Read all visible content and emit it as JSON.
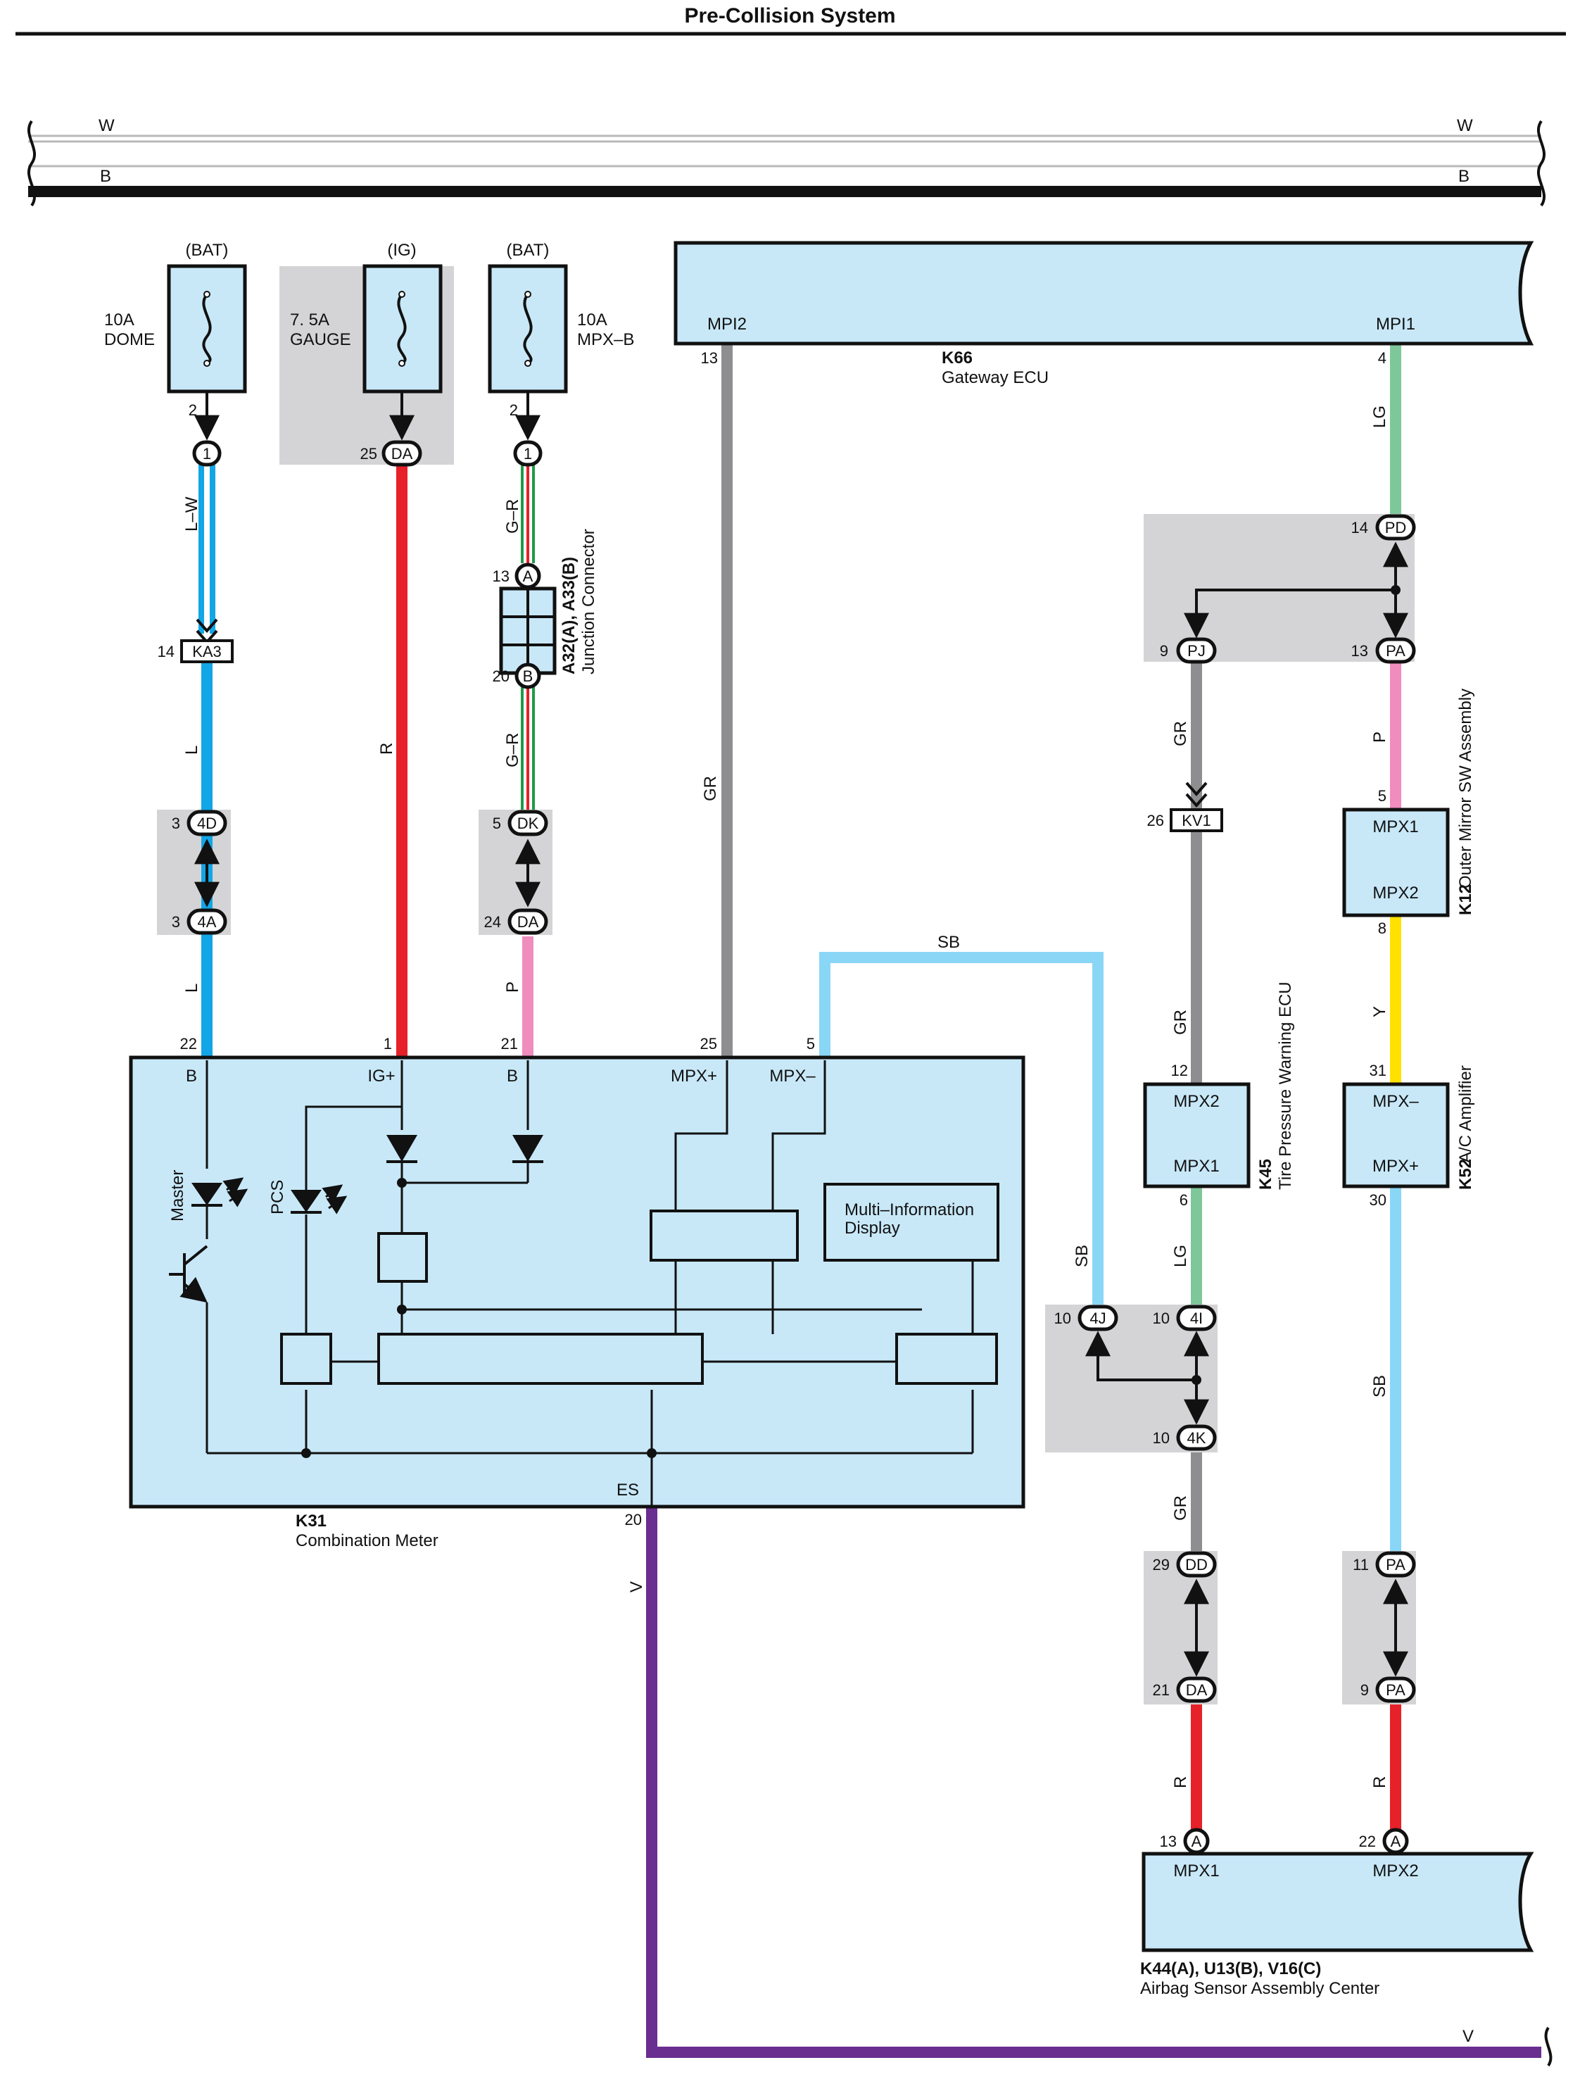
{
  "title": "Pre-Collision System",
  "colors": {
    "component_fill": "#c8e8f8",
    "splice_fill": "#d4d4d6",
    "wire_L": "#12a6e6",
    "wire_R": "#e62129",
    "wire_P": "#f08cbe",
    "wire_GR": "#8e8e90",
    "wire_LG": "#7ec79a",
    "wire_SB": "#8ad6f6",
    "wire_Y": "#ffe100",
    "wire_V": "#6a2d90",
    "wire_G": "#1f9a48",
    "wire_B": "#111111"
  },
  "buses": {
    "w_left": "W",
    "w_right": "W",
    "b_left": "B",
    "b_right": "B",
    "v_right": "V"
  },
  "fuses": [
    {
      "source": "(BAT)",
      "rating": "10A",
      "name": "DOME",
      "pin": "2",
      "conn": "1",
      "splice": false
    },
    {
      "source": "(IG)",
      "rating": "7. 5A",
      "name": "GAUGE",
      "pin": "25",
      "conn": "DA",
      "splice": true
    },
    {
      "source": "(BAT)",
      "rating": "10A",
      "name": "MPX–B",
      "pin": "2",
      "conn": "1",
      "splice": false
    }
  ],
  "gateway": {
    "id": "K66",
    "name": "Gateway ECU",
    "pin_left": "MPI2",
    "pin_left_no": "13",
    "pin_right": "MPI1",
    "pin_right_no": "4"
  },
  "combination_meter": {
    "id": "K31",
    "name": "Combination Meter",
    "pins": [
      {
        "name": "B",
        "no": "22"
      },
      {
        "name": "IG+",
        "no": "1"
      },
      {
        "name": "B",
        "no": "21"
      },
      {
        "name": "MPX+",
        "no": "25"
      },
      {
        "name": "MPX–",
        "no": "5"
      }
    ],
    "es_pin": "ES",
    "es_no": "20",
    "master_label": "Master",
    "pcs_label": "PCS",
    "mid_line1": "Multi–Information",
    "mid_line2": "Display"
  },
  "junction": {
    "id": "A32(A), A33(B)",
    "name": "Junction Connector",
    "pin_a_no": "13",
    "pin_a": "A",
    "pin_b_no": "20",
    "pin_b": "B"
  },
  "left_connectors": {
    "ka3_no": "14",
    "ka3": "KA3",
    "c4d_no": "3",
    "c4d": "4D",
    "c4a_no": "3",
    "c4a": "4A",
    "cdk_no": "5",
    "cdk": "DK",
    "cda_no": "24",
    "cda": "DA"
  },
  "wire_labels": {
    "lw": "L–W",
    "l1": "L",
    "l2": "L",
    "r": "R",
    "gr1": "G–R",
    "gr2": "G–R",
    "p": "P",
    "gr_gw": "GR",
    "sb_top": "SB",
    "lg_top": "LG",
    "gr_tp1": "GR",
    "p_om": "P",
    "gr_tp2": "GR",
    "y": "Y",
    "lg_mid": "LG",
    "sb_mid": "SB",
    "sb_right": "SB",
    "gr_low": "GR",
    "v": "V",
    "r_low1": "R",
    "r_low2": "R"
  },
  "right_connectors": {
    "pd_no": "14",
    "pd": "PD",
    "pj_no": "9",
    "pj": "PJ",
    "pa_no": "13",
    "pa": "PA",
    "kv1_no": "26",
    "kv1": "KV1",
    "c4j_no": "10",
    "c4j": "4J",
    "c4i_no": "10",
    "c4i": "4I",
    "c4k_no": "10",
    "c4k": "4K",
    "dd_no": "29",
    "dd": "DD",
    "da_no": "21",
    "da": "DA",
    "pa2_no": "11",
    "pa2": "PA",
    "pa3_no": "9",
    "pa3": "PA"
  },
  "tire_ecu": {
    "id": "K45",
    "name": "Tire Pressure Warning ECU",
    "top": "MPX2",
    "top_no": "12",
    "bottom": "MPX1",
    "bottom_no": "6"
  },
  "outer_mirror": {
    "id": "K12",
    "name": "Outer Mirror SW Assembly",
    "top": "MPX1",
    "top_no": "5",
    "bottom": "MPX2",
    "bottom_no": "8"
  },
  "ac_amp": {
    "id": "K52",
    "name": "A/C Amplifier",
    "top": "MPX–",
    "top_no": "31",
    "bottom": "MPX+",
    "bottom_no": "30"
  },
  "airbag": {
    "id": "K44(A), U13(B), V16(C)",
    "name": "Airbag Sensor Assembly Center",
    "pin_left": "MPX1",
    "pin_left_no": "13",
    "conn_left": "A",
    "pin_right": "MPX2",
    "pin_right_no": "22",
    "conn_right": "A"
  }
}
